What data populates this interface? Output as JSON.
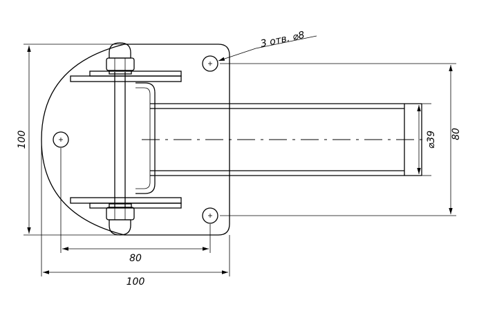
{
  "drawing": {
    "note_holes": "3 отв. ⌀8",
    "dim_plate_height": "100",
    "dim_plate_width": "100",
    "dim_holes_horizontal": "80",
    "dim_holes_vertical": "80",
    "dim_pipe_diameter": "⌀39"
  }
}
